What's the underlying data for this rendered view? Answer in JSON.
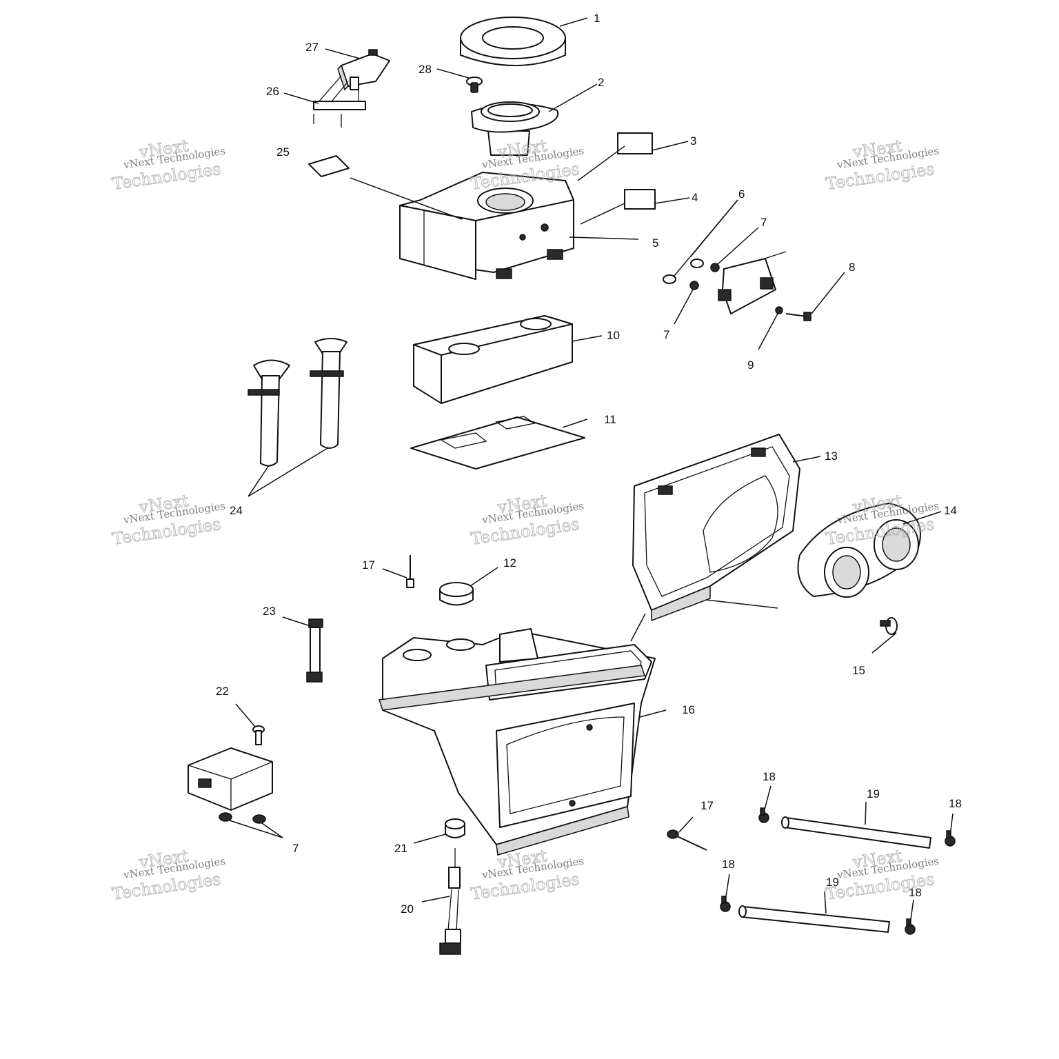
{
  "diagram": {
    "callouts": {
      "c1": "1",
      "c2": "2",
      "c3": "3",
      "c4": "4",
      "c5": "5",
      "c6": "6",
      "c7a": "7",
      "c7b": "7",
      "c7c": "7",
      "c8": "8",
      "c9": "9",
      "c10": "10",
      "c11": "11",
      "c12": "12",
      "c13": "13",
      "c14": "14",
      "c15": "15",
      "c16": "16",
      "c17a": "17",
      "c17b": "17",
      "c18a": "18",
      "c18b": "18",
      "c18c": "18",
      "c18d": "18",
      "c19a": "19",
      "c19b": "19",
      "c20": "20",
      "c21": "21",
      "c22": "22",
      "c23": "23",
      "c24": "24",
      "c25": "25",
      "c26": "26",
      "c27": "27",
      "c28": "28"
    },
    "watermark": {
      "line1": "vNext",
      "line2": "vNext Technologies",
      "line3": "Technologies"
    }
  }
}
